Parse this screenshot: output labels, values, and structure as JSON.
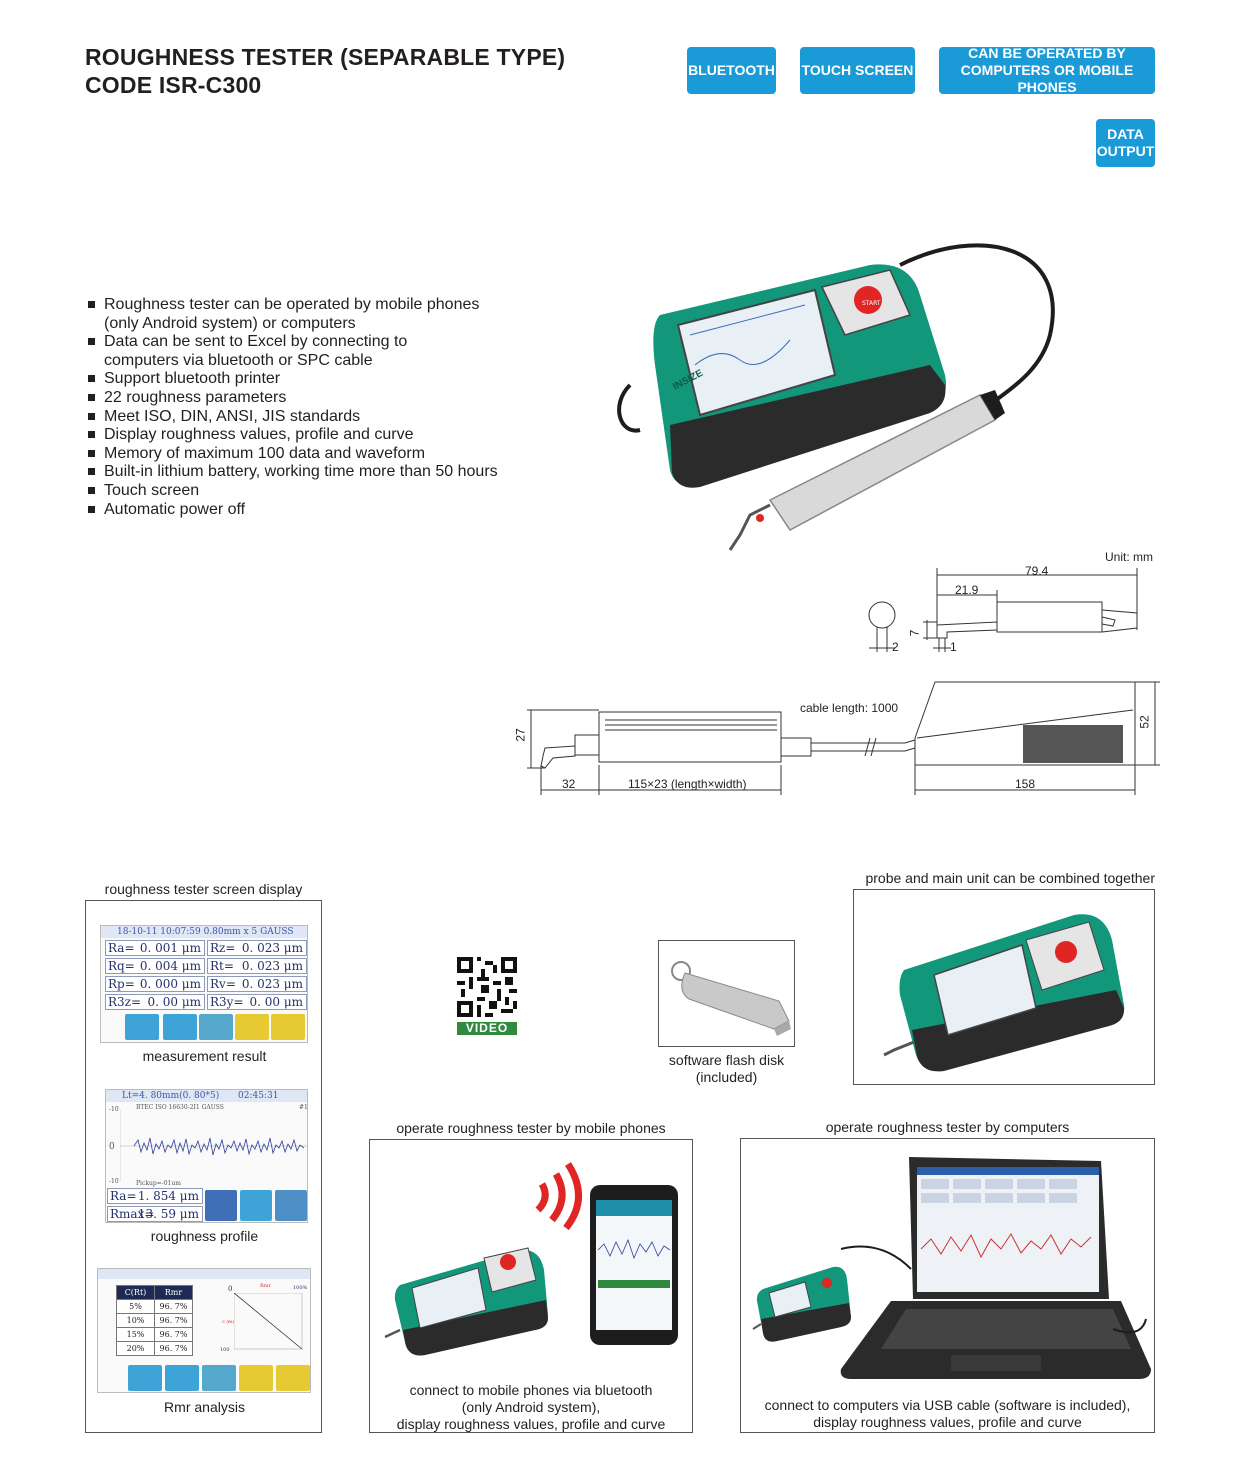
{
  "header": {
    "title_line1": "ROUGHNESS TESTER (SEPARABLE TYPE)",
    "title_line2": "CODE ISR-C300"
  },
  "badges": {
    "bluetooth": "BLUETOOTH",
    "touch_screen": "TOUCH SCREEN",
    "computers_phones_line1": "CAN BE OPERATED BY",
    "computers_phones_line2": "COMPUTERS OR MOBILE PHONES",
    "data_output_line1": "DATA",
    "data_output_line2": "OUTPUT"
  },
  "features": [
    "Roughness tester can be operated by mobile phones",
    "(only Android system) or computers",
    "Data can be sent to Excel by connecting to",
    "computers via bluetooth or SPC cable",
    "Support bluetooth printer",
    "22 roughness parameters",
    "Meet ISO, DIN, ANSI, JIS standards",
    "Display roughness values, profile and curve",
    "Memory of maximum 100 data and waveform",
    "Built-in lithium battery, working time more than 50 hours",
    "Touch screen",
    "Automatic power off"
  ],
  "device": {
    "brand": "INSIZE",
    "start_label": "START"
  },
  "drawing": {
    "unit": "Unit: mm",
    "dim_79_4": "79.4",
    "dim_21_9": "21.9",
    "dim_7": "7",
    "dim_2": "2",
    "dim_1": "1",
    "cable_length": "cable length: 1000",
    "dim_27": "27",
    "dim_52": "52",
    "dim_32": "32",
    "dim_115": "115×23 (length×width)",
    "dim_158": "158"
  },
  "screen_panel": {
    "caption_top": "roughness tester screen display",
    "measurement": {
      "header": "18-10-11 10:07:59 0.80mm x 5 GAUSS",
      "cells": [
        {
          "label": "Ra=",
          "value": "0. 001 μm"
        },
        {
          "label": "Rz=",
          "value": "0. 023 μm"
        },
        {
          "label": "Rq=",
          "value": "0. 004 μm"
        },
        {
          "label": "Rt=",
          "value": "0. 023 μm"
        },
        {
          "label": "Rp=",
          "value": "0. 000 μm"
        },
        {
          "label": "Rv=",
          "value": "0. 023 μm"
        },
        {
          "label": "R3z=",
          "value": "0. 00 μm"
        },
        {
          "label": "R3y=",
          "value": "0. 00 μm"
        }
      ],
      "caption": "measurement result"
    },
    "profile": {
      "header": "Lt=4. 80mm(0. 80*5)",
      "time": "02:45:31",
      "std": "BTEC ISO 16630-2I1 GAUSS",
      "page": "#1",
      "y_top": "-10",
      "y_mid": "0",
      "y_bot": "-10",
      "pickup": "Pickup=-01um",
      "ra_label": "Ra=",
      "ra_value": "1. 854 μm",
      "rmax_label": "Rmax=",
      "rmax_value": "13. 59 μm",
      "caption": "roughness profile"
    },
    "rmr": {
      "col1": "C(Rt)",
      "col2": "Rmr",
      "rows": [
        [
          "5%",
          "96. 7%"
        ],
        [
          "10%",
          "96. 7%"
        ],
        [
          "15%",
          "96. 7%"
        ],
        [
          "20%",
          "96. 7%"
        ]
      ],
      "axis_0": "0",
      "axis_rmr": "Rmr",
      "axis_100": "100%",
      "axis_c": "C (Rt)",
      "axis_100b": "100",
      "caption": "Rmr analysis"
    }
  },
  "video": {
    "label": "VIDEO"
  },
  "flash": {
    "caption_line1": "software flash disk",
    "caption_line2": "(included)"
  },
  "combined": {
    "caption": "probe and main unit can be combined together"
  },
  "mobile": {
    "title": "operate roughness tester by mobile phones",
    "caption_line1": "connect to mobile phones via bluetooth",
    "caption_line2": "(only Android system),",
    "caption_line3": "display roughness values, profile and curve"
  },
  "computer": {
    "title": "operate roughness tester by computers",
    "caption_line1": "connect to computers via USB cable (software is included),",
    "caption_line2": "display roughness values, profile and curve"
  },
  "colors": {
    "badge_blue": "#1b9ad8",
    "device_green": "#12977b",
    "device_dark": "#2b2b2b",
    "start_red": "#e02525"
  }
}
